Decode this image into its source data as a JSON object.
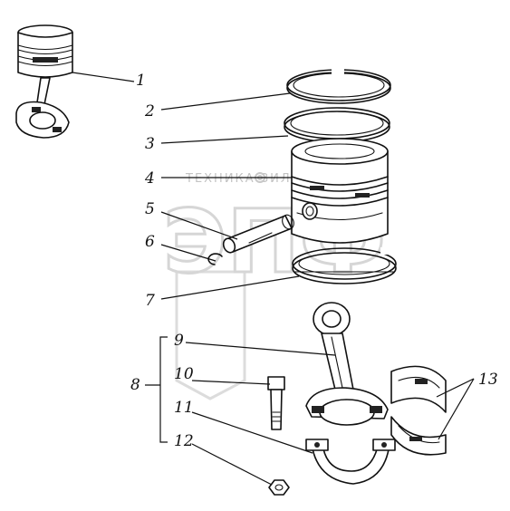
{
  "watermark": {
    "text": "ТЕХНИКА ЗИЛ",
    "logo_text": "ЭПФ",
    "color": "#c8c8c8"
  },
  "callouts": {
    "n1": "1",
    "n2": "2",
    "n3": "3",
    "n4": "4",
    "n5": "5",
    "n6": "6",
    "n7": "7",
    "n8": "8",
    "n9": "9",
    "n10": "10",
    "n11": "11",
    "n12": "12",
    "n13": "13"
  }
}
